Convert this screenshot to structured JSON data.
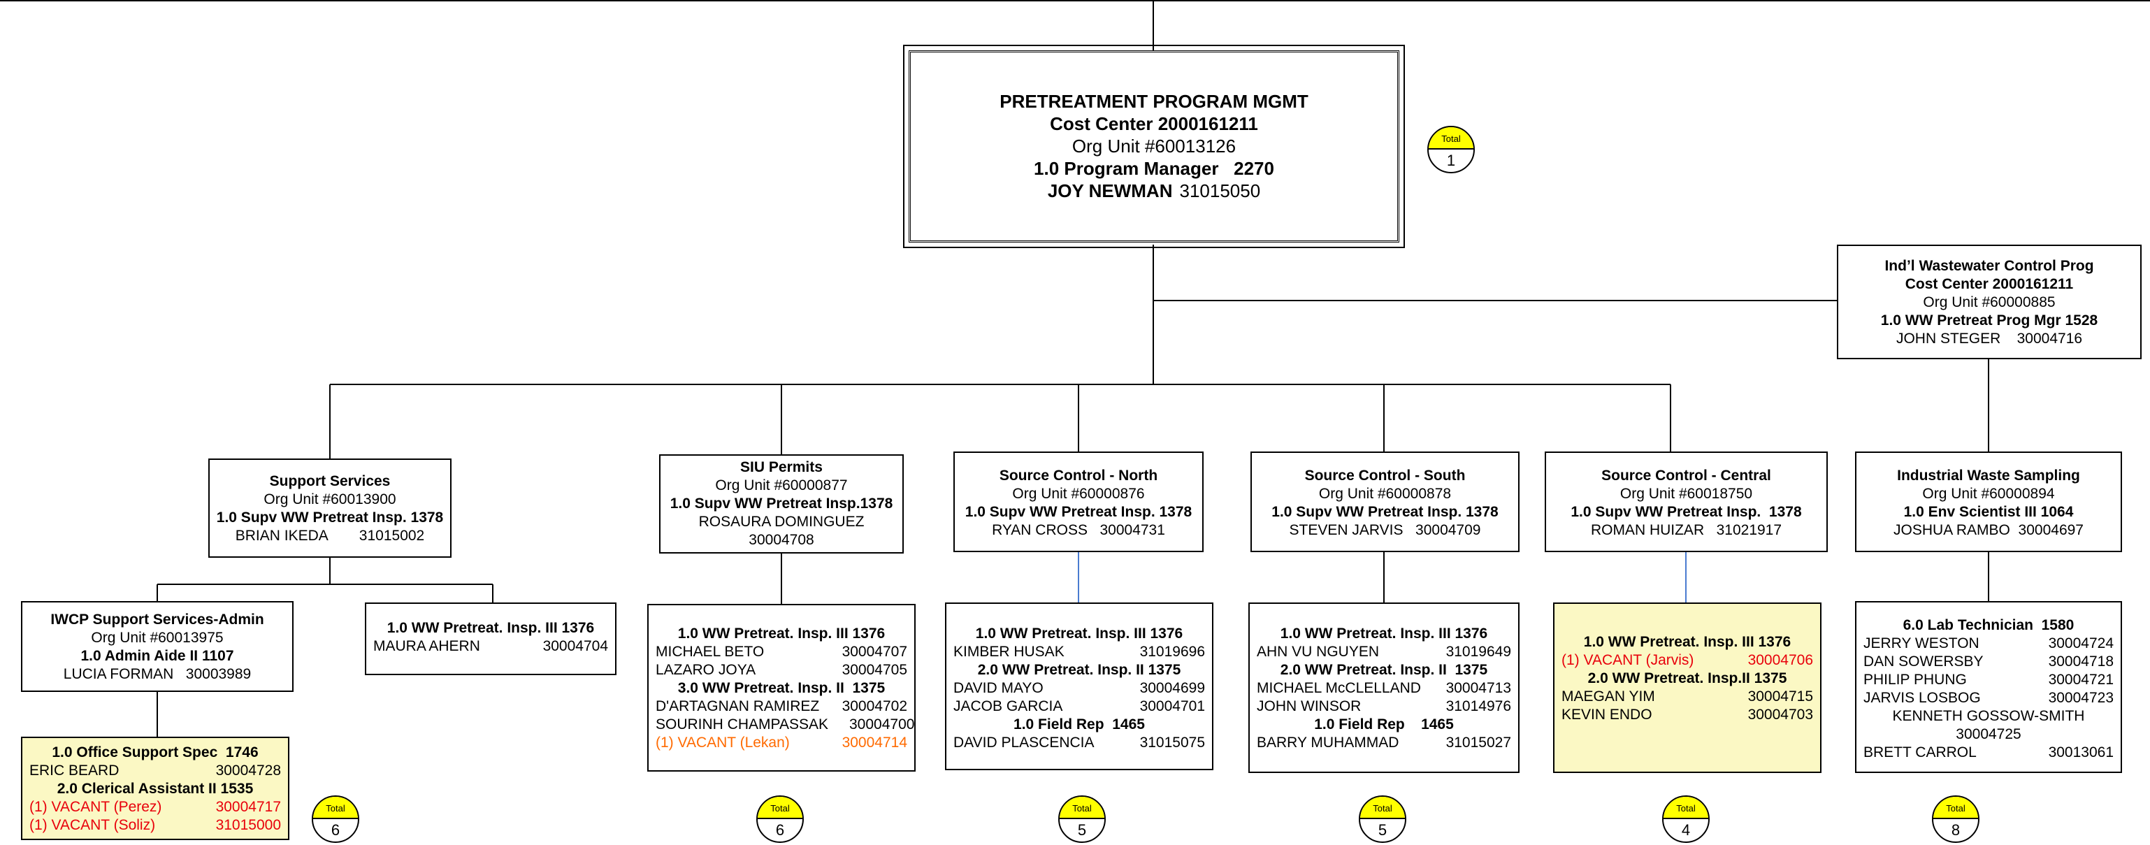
{
  "top": {
    "title": "PRETREATMENT PROGRAM MGMT",
    "cost_center": "Cost Center 2000161211",
    "org_unit": "Org Unit #60013126",
    "position": "1.0 Program Manager   2270",
    "person_name": "JOY NEWMAN",
    "person_id": "31015050",
    "total_label": "Total",
    "total": "1"
  },
  "indl": {
    "title": "Ind’l Wastewater Control Prog",
    "cost_center": "Cost Center 2000161211",
    "org_unit": "Org Unit #60000885",
    "position": "1.0 WW Pretreat Prog Mgr 1528",
    "person": "JOHN STEGER    30004716"
  },
  "units": {
    "support": {
      "title": "Support Services",
      "org": "Org Unit #60013900",
      "pos": "1.0 Supv WW Pretreat Insp. 1378",
      "name": "BRIAN IKEDA",
      "id": "31015002"
    },
    "siu": {
      "title": "SIU Permits",
      "org": "Org Unit #60000877",
      "pos": "1.0 Supv WW Pretreat Insp.1378",
      "name": "ROSAURA DOMINGUEZ",
      "id": "30004708"
    },
    "north": {
      "title": "Source Control - North",
      "org": "Org Unit #60000876",
      "pos": "1.0 Supv WW Pretreat Insp. 1378",
      "person": "RYAN CROSS   30004731"
    },
    "south": {
      "title": "Source Control - South",
      "org": "Org Unit #60000878",
      "pos": "1.0 Supv WW Pretreat Insp. 1378",
      "person": "STEVEN JARVIS   30004709"
    },
    "central": {
      "title": "Source Control - Central",
      "org": "Org Unit #60018750",
      "pos": "1.0 Supv WW Pretreat Insp.  1378",
      "person": "ROMAN HUIZAR   31021917"
    },
    "iws": {
      "title": "Industrial Waste Sampling",
      "org": "Org Unit #60000894",
      "pos": "1.0 Env Scientist III 1064",
      "person": "JOSHUA RAMBO  30004697"
    }
  },
  "admin": {
    "title": "IWCP Support Services-Admin",
    "org": "Org Unit #60013975",
    "pos": "1.0 Admin Aide II 1107",
    "person": "LUCIA FORMAN   30003989"
  },
  "staff": {
    "office": [
      {
        "text": "1.0 Office Support Spec  1746",
        "style": "b"
      },
      {
        "name": "ERIC BEARD",
        "id": "30004728"
      },
      {
        "text": "2.0 Clerical Assistant II 1535",
        "style": "b"
      },
      {
        "name": "(1) VACANT (Perez)",
        "id": "30004717",
        "style": "red"
      },
      {
        "name": "(1) VACANT (Soliz)",
        "id": "31015000",
        "style": "red"
      }
    ],
    "maura": [
      {
        "text": "1.0 WW Pretreat. Insp. III 1376",
        "style": "b"
      },
      {
        "name": "MAURA AHERN",
        "id": "30004704"
      }
    ],
    "siu": [
      {
        "text": "1.0 WW Pretreat. Insp. III 1376",
        "style": "b"
      },
      {
        "name": "MICHAEL BETO",
        "id": "30004707"
      },
      {
        "name": "LAZARO JOYA",
        "id": "30004705"
      },
      {
        "text": "3.0 WW Pretreat. Insp. II  1375",
        "style": "b"
      },
      {
        "name": "D'ARTAGNAN RAMIREZ",
        "id": "30004702"
      },
      {
        "name": "SOURINH CHAMPASSAK",
        "id": "30004700"
      },
      {
        "name": "(1) VACANT (Lekan)",
        "id": "30004714",
        "style": "orange"
      }
    ],
    "north": [
      {
        "text": "1.0 WW Pretreat. Insp. III 1376",
        "style": "b"
      },
      {
        "name": "KIMBER HUSAK",
        "id": "31019696"
      },
      {
        "text": "2.0 WW Pretreat. Insp. II 1375",
        "style": "b"
      },
      {
        "name": "DAVID MAYO",
        "id": "30004699"
      },
      {
        "name": "JACOB GARCIA",
        "id": "30004701"
      },
      {
        "text": "1.0 Field Rep  1465",
        "style": "b"
      },
      {
        "name": "DAVID PLASCENCIA",
        "id": "31015075"
      }
    ],
    "south": [
      {
        "text": "1.0 WW Pretreat. Insp. III 1376",
        "style": "b"
      },
      {
        "name": "AHN VU NGUYEN",
        "id": "31019649"
      },
      {
        "text": "2.0 WW Pretreat. Insp. II  1375",
        "style": "b"
      },
      {
        "name": "MICHAEL McCLELLAND",
        "id": "30004713"
      },
      {
        "name": "JOHN WINSOR",
        "id": "31014976"
      },
      {
        "text": "1.0 Field Rep    1465",
        "style": "b"
      },
      {
        "name": "BARRY MUHAMMAD",
        "id": "31015027"
      }
    ],
    "central": [
      {
        "text": "1.0 WW Pretreat. Insp. III 1376",
        "style": "b"
      },
      {
        "name": "(1) VACANT (Jarvis)",
        "id": "30004706",
        "style": "red"
      },
      {
        "text": "2.0 WW Pretreat. Insp.II 1375",
        "style": "b"
      },
      {
        "name": "MAEGAN YIM",
        "id": "30004715"
      },
      {
        "name": "KEVIN ENDO",
        "id": "30004703"
      }
    ],
    "iws": [
      {
        "text": "6.0 Lab Technician  1580",
        "style": "b"
      },
      {
        "name": "JERRY WESTON",
        "id": "30004724"
      },
      {
        "name": "DAN SOWERSBY",
        "id": "30004718"
      },
      {
        "name": "PHILIP PHUNG",
        "id": "30004721"
      },
      {
        "name": "JARVIS LOSBOG",
        "id": "30004723"
      },
      {
        "text": "KENNETH GOSSOW-SMITH"
      },
      {
        "text": "30004725"
      },
      {
        "name": "BRETT CARROL",
        "id": "30013061"
      }
    ]
  },
  "totals": {
    "label": "Total",
    "support": "6",
    "siu": "6",
    "north": "5",
    "south": "5",
    "central": "4",
    "iws": "8"
  }
}
